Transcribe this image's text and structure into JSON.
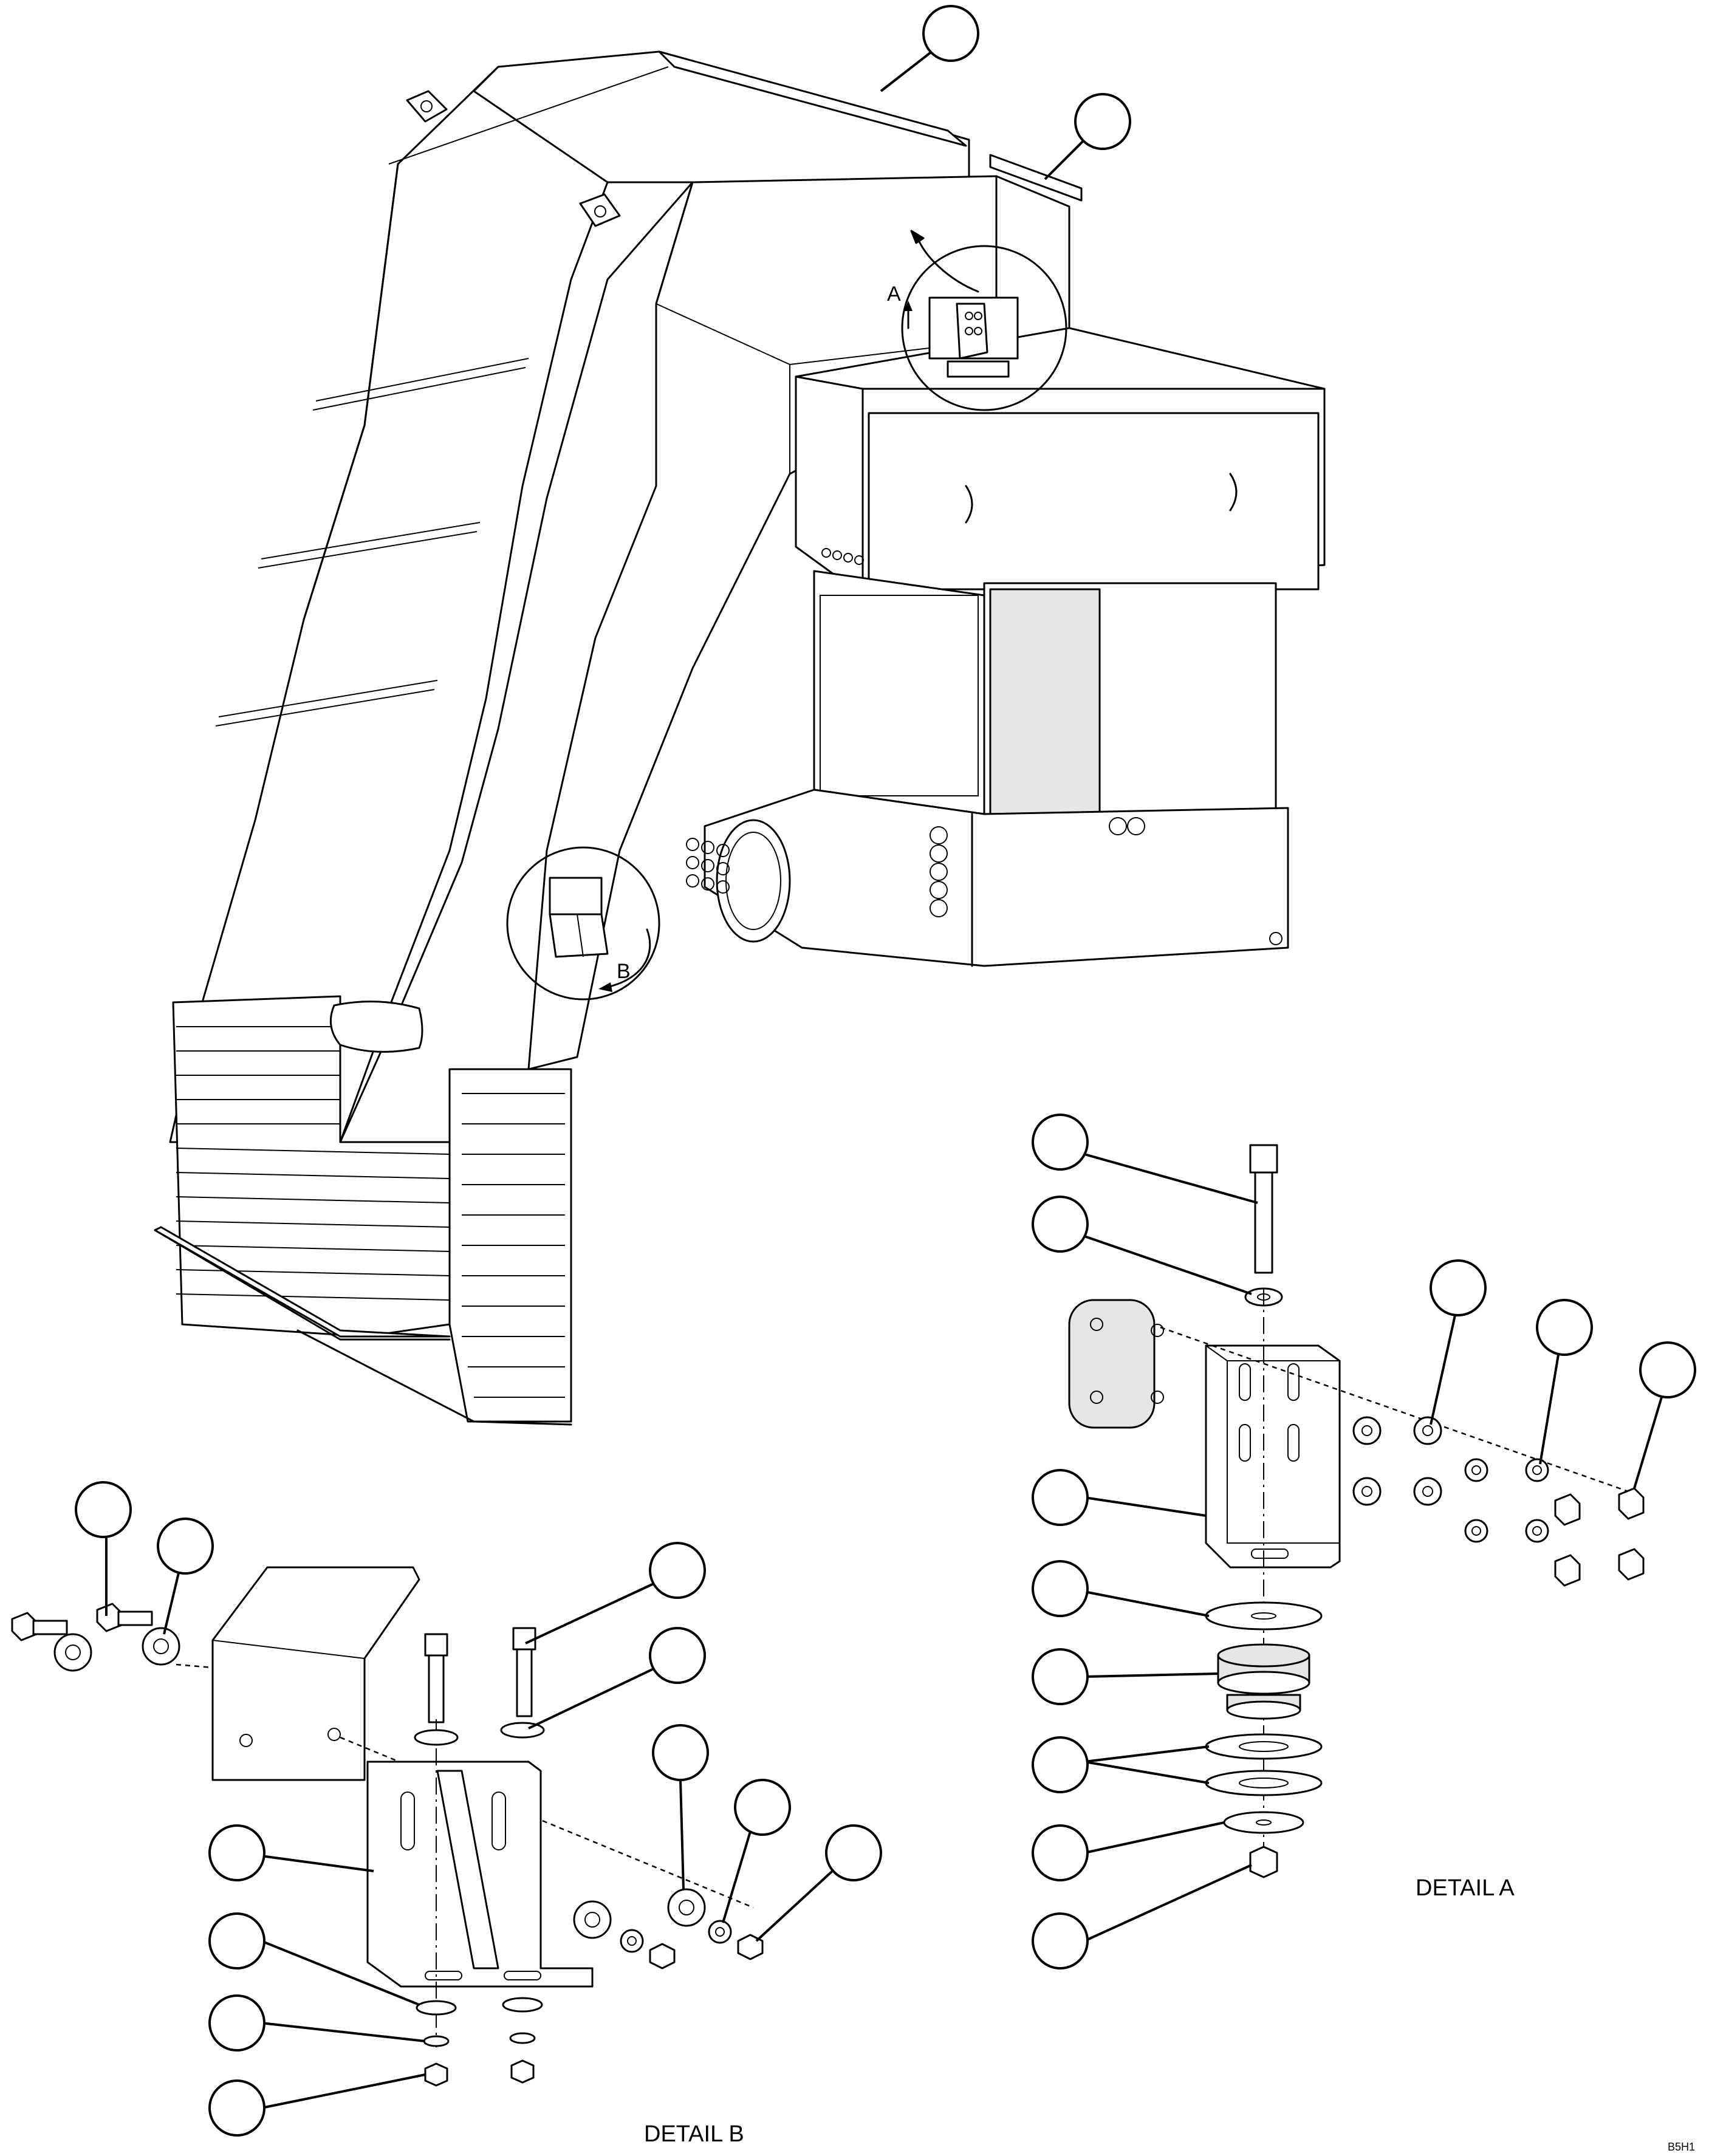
{
  "view_labels": {
    "a": "A",
    "b": "B"
  },
  "detail_titles": {
    "a": "DETAIL A",
    "b": "DETAIL B"
  },
  "drawing_code": "B5H1",
  "balloons": {
    "main_view": [
      {
        "id": "m1"
      },
      {
        "id": "m2"
      }
    ],
    "detail_a": [
      {
        "id": "a1"
      },
      {
        "id": "a2"
      },
      {
        "id": "a3"
      },
      {
        "id": "a4"
      },
      {
        "id": "a5"
      },
      {
        "id": "a6"
      },
      {
        "id": "a7"
      },
      {
        "id": "a8"
      },
      {
        "id": "a9"
      },
      {
        "id": "a10"
      },
      {
        "id": "a11"
      }
    ],
    "detail_b": [
      {
        "id": "b1"
      },
      {
        "id": "b2"
      },
      {
        "id": "b3"
      },
      {
        "id": "b4"
      },
      {
        "id": "b5"
      },
      {
        "id": "b6"
      },
      {
        "id": "b7"
      },
      {
        "id": "b8"
      },
      {
        "id": "b9"
      },
      {
        "id": "b10"
      },
      {
        "id": "b11"
      }
    ]
  }
}
